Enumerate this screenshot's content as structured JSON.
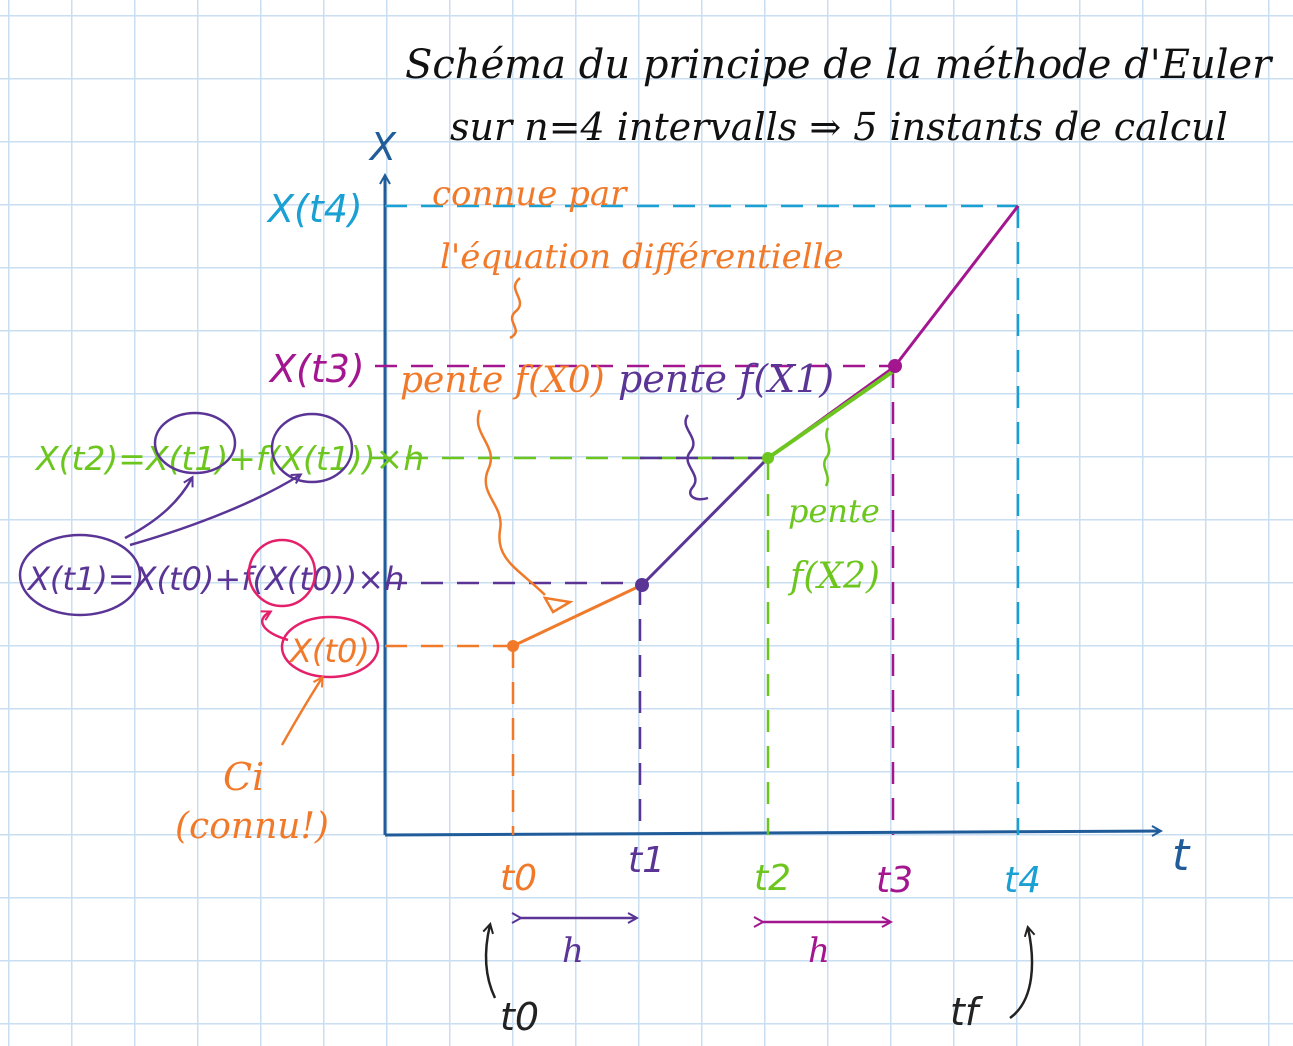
{
  "title": {
    "line1": "Schéma du principe de la méthode d'Euler",
    "line2": "sur n=4 intervalls ⇒ 5 instants de calcul"
  },
  "axes": {
    "y_label": "X",
    "x_label": "t"
  },
  "y_labels": {
    "x_t4": "X(t4)",
    "x_t3": "X(t3)"
  },
  "x_ticks": [
    "t0",
    "t1",
    "t2",
    "t3",
    "t4"
  ],
  "annotations": {
    "connue_par": "connue par",
    "equation_diff": "l'équation différentielle",
    "pente_f_x0": "pente f(X0)",
    "pente_f_x1": "pente f(X1)",
    "pente": "pente",
    "f_x2": "f(X2)",
    "eq_x_t2": "X(t2)=X(t1)+f(X(t1))×h",
    "eq_x_t1": "X(t1)=X(t0)+f(X(t0))×h",
    "x_t0": "X(t0)",
    "ci": "Ci",
    "connu": "(connu!)",
    "h_first": "h",
    "h_second": "h",
    "t0_bottom": "t0",
    "tf_bottom": "tf"
  },
  "colors": {
    "axis": "#1f5c99",
    "orange": "#f07a2a",
    "purple": "#5a3596",
    "green": "#6cc61e",
    "magenta": "#a3168f",
    "cyan": "#1aa0d2",
    "pink": "#e5206a",
    "dark": "#222222"
  }
}
